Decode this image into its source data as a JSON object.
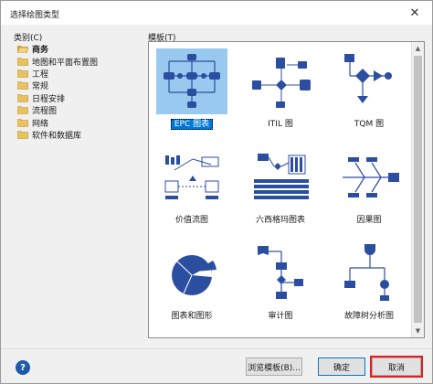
{
  "window": {
    "title": "选择绘图类型",
    "close_glyph": "✕"
  },
  "categories_label": "类别(C)",
  "templates_label": "模板(T)",
  "categories": [
    {
      "label": "商务",
      "selected": true
    },
    {
      "label": "地图和平面布置图",
      "selected": false
    },
    {
      "label": "工程",
      "selected": false
    },
    {
      "label": "常规",
      "selected": false
    },
    {
      "label": "日程安排",
      "selected": false
    },
    {
      "label": "流程图",
      "selected": false
    },
    {
      "label": "网络",
      "selected": false
    },
    {
      "label": "软件和数据库",
      "selected": false
    }
  ],
  "templates": [
    {
      "label": "EPC 图表",
      "selected": true
    },
    {
      "label": "ITIL 图",
      "selected": false
    },
    {
      "label": "TQM 图",
      "selected": false
    },
    {
      "label": "价值流图",
      "selected": false
    },
    {
      "label": "六西格玛图表",
      "selected": false
    },
    {
      "label": "因果图",
      "selected": false
    },
    {
      "label": "图表和图形",
      "selected": false
    },
    {
      "label": "审计图",
      "selected": false
    },
    {
      "label": "故障树分析图",
      "selected": false
    }
  ],
  "buttons": {
    "help": "?",
    "browse": "浏览模板(B)...",
    "ok": "确定",
    "cancel": "取消"
  },
  "colors": {
    "accent": "#0078d7",
    "selection_bg": "#99c9ef",
    "diagram_blue": "#2b4ea0",
    "folder_yellow": "#e8c25c",
    "cancel_highlight": "#e02020"
  }
}
